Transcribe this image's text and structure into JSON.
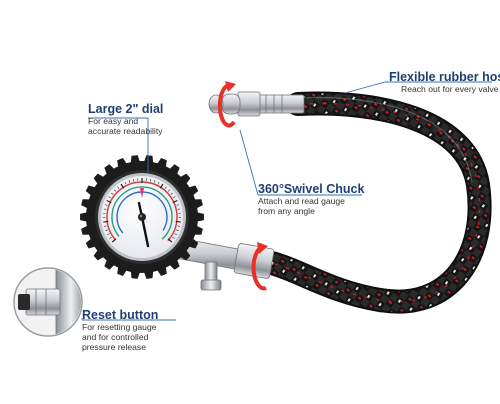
{
  "callouts": {
    "dial": {
      "title": "Large 2\" dial",
      "desc": "For easy and accurate readability"
    },
    "hose": {
      "title": "Flexible rubber hose",
      "desc": "Reach out for every valve"
    },
    "chuck": {
      "title": "360°Swivel Chuck",
      "desc": "Attach and read gauge from any angle"
    },
    "reset": {
      "title": "Reset button",
      "desc": "For resetting gauge and for controlled pressure release"
    }
  },
  "colors": {
    "callout_title": "#1f3f73",
    "leader_line": "#3a6fb5",
    "rotate_arrow": "#e8302a",
    "hose_base": "#1a1a1a",
    "hose_accent": "#c0202a",
    "gauge_rubber": "#1c1c1c",
    "chrome": "#b8bcc2"
  },
  "icons": [
    "rotate-arrow-icon",
    "rotate-arrow-icon"
  ]
}
